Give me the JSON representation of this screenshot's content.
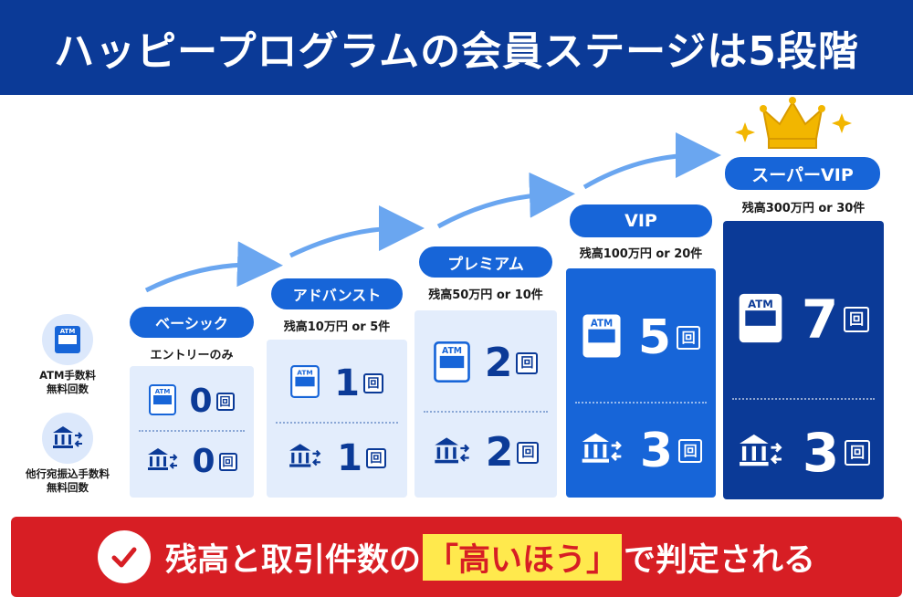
{
  "header": {
    "title": "ハッピープログラムの会員ステージは5段階"
  },
  "legend": {
    "atm_label_1": "ATM手数料",
    "atm_label_2": "無料回数",
    "transfer_label_1": "他行宛振込手数料",
    "transfer_label_2": "無料回数"
  },
  "stages": [
    {
      "name": "ベーシック",
      "condition": "エントリーのみ",
      "atm": "0",
      "transfer": "0",
      "unit": "回"
    },
    {
      "name": "アドバンスト",
      "condition": "残高10万円 or 5件",
      "atm": "1",
      "transfer": "1",
      "unit": "回"
    },
    {
      "name": "プレミアム",
      "condition": "残高50万円 or 10件",
      "atm": "2",
      "transfer": "2",
      "unit": "回"
    },
    {
      "name": "VIP",
      "condition": "残高100万円 or 20件",
      "atm": "5",
      "transfer": "3",
      "unit": "回"
    },
    {
      "name": "スーパーVIP",
      "condition": "残高300万円 or 30件",
      "atm": "7",
      "transfer": "3",
      "unit": "回"
    }
  ],
  "icons": {
    "atm_text": "ATM"
  },
  "footer": {
    "before": "残高と取引件数の",
    "highlight": "「高いほう」",
    "after": "で判定される"
  },
  "colors": {
    "navy": "#0b3a97",
    "blue": "#1765d8",
    "light": "#e3edfc",
    "red": "#d71e24",
    "yellow": "#ffe94d",
    "gold": "#f2b600"
  }
}
